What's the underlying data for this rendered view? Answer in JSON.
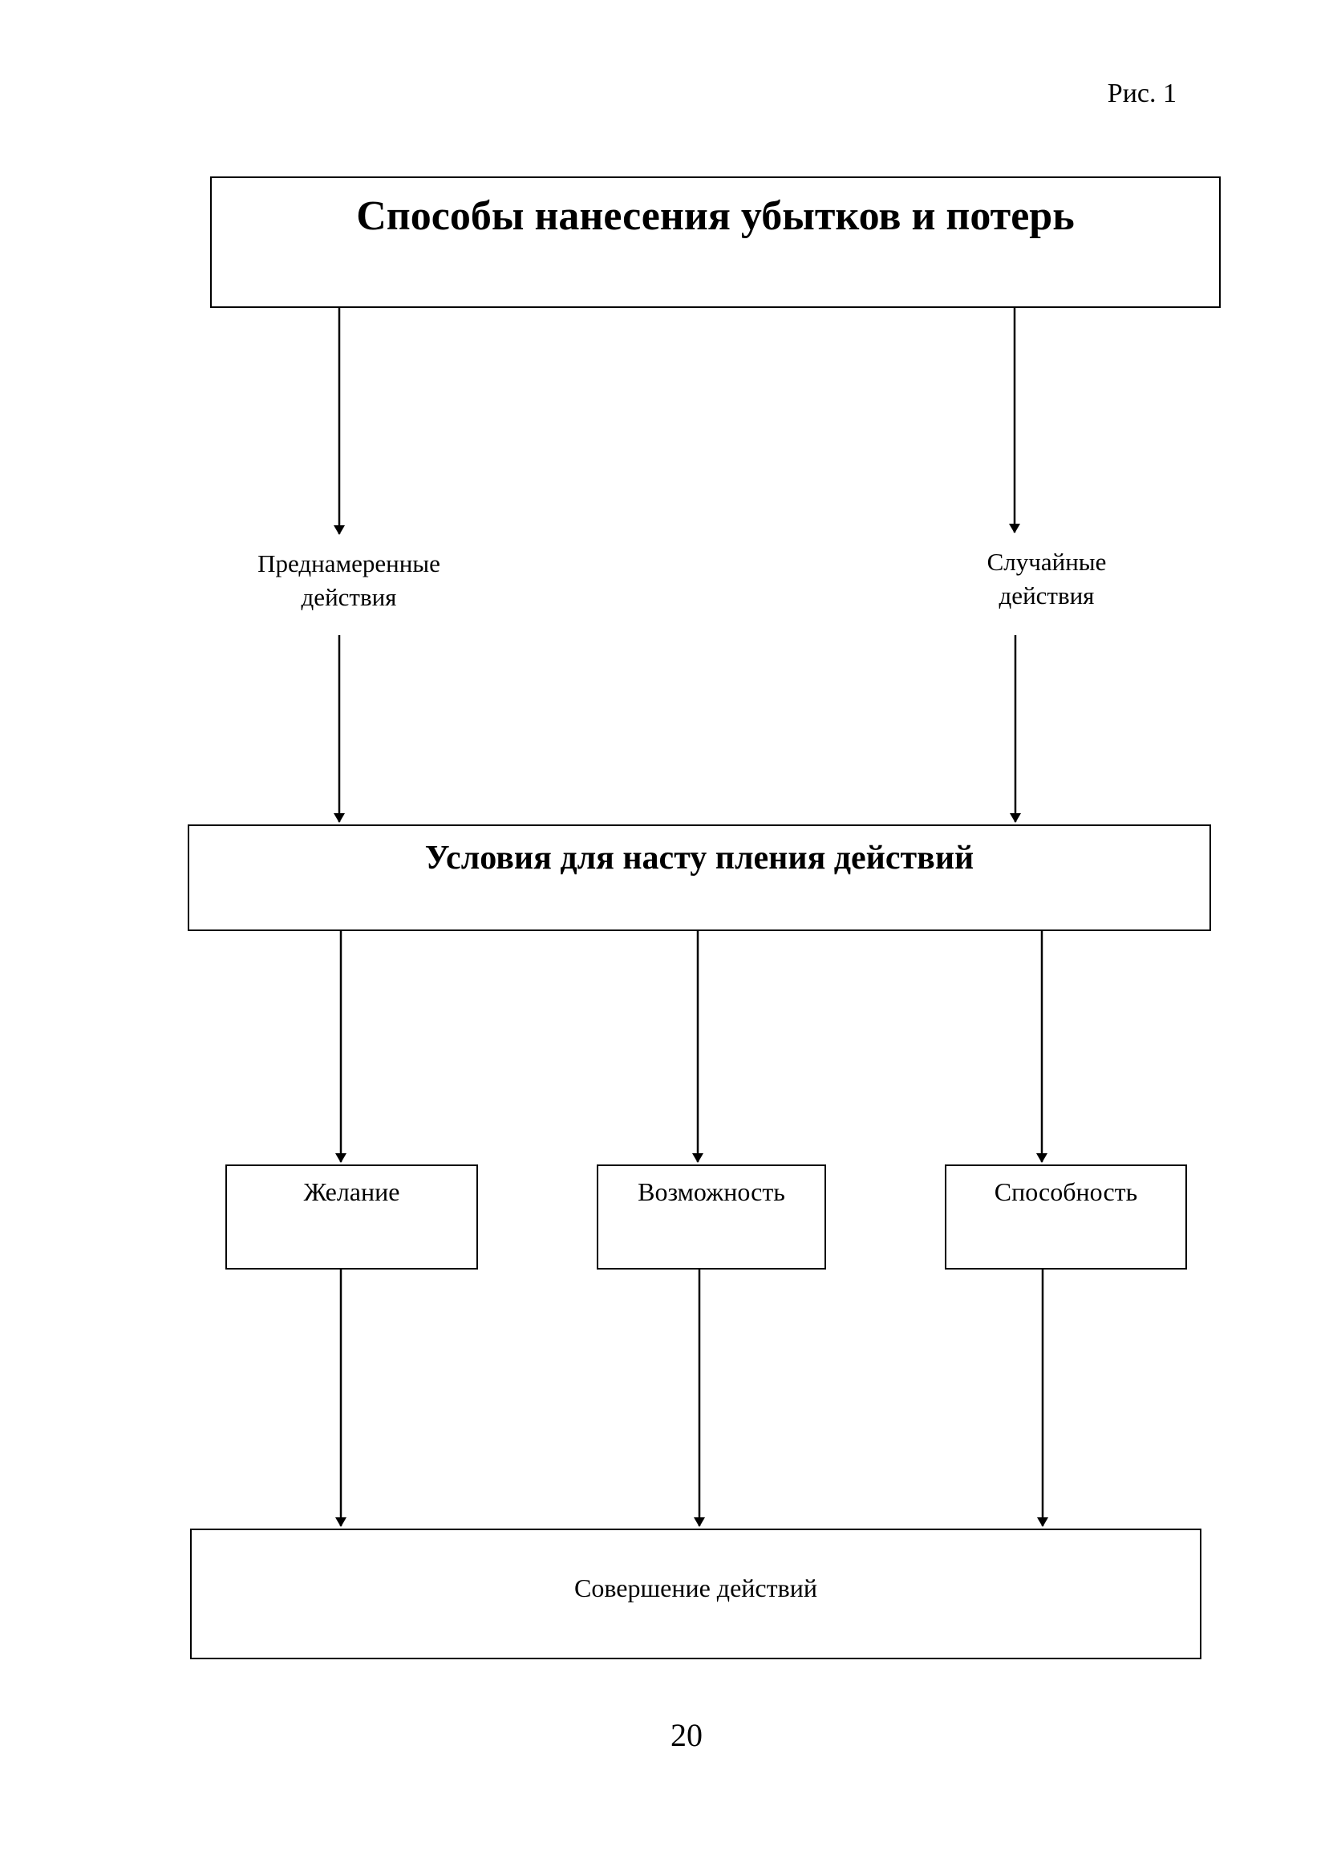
{
  "figure_label": "Рис. 1",
  "nodes": {
    "top": "Способы нанесения убытков и потерь",
    "intentional_line1": "Преднамеренные",
    "intentional_line2": "действия",
    "accidental_line1": "Случайные",
    "accidental_line2": "действия",
    "conditions": "Условия для насту пления действий",
    "desire": "Желание",
    "possibility": "Возможность",
    "ability": "Способность",
    "result": "Совершение действий"
  },
  "edges": [
    {
      "from": "top",
      "to": "intentional"
    },
    {
      "from": "top",
      "to": "accidental"
    },
    {
      "from": "intentional",
      "to": "conditions"
    },
    {
      "from": "accidental",
      "to": "conditions"
    },
    {
      "from": "conditions",
      "to": "desire"
    },
    {
      "from": "conditions",
      "to": "possibility"
    },
    {
      "from": "conditions",
      "to": "ability"
    },
    {
      "from": "desire",
      "to": "result"
    },
    {
      "from": "possibility",
      "to": "result"
    },
    {
      "from": "ability",
      "to": "result"
    }
  ],
  "page_number": "20"
}
